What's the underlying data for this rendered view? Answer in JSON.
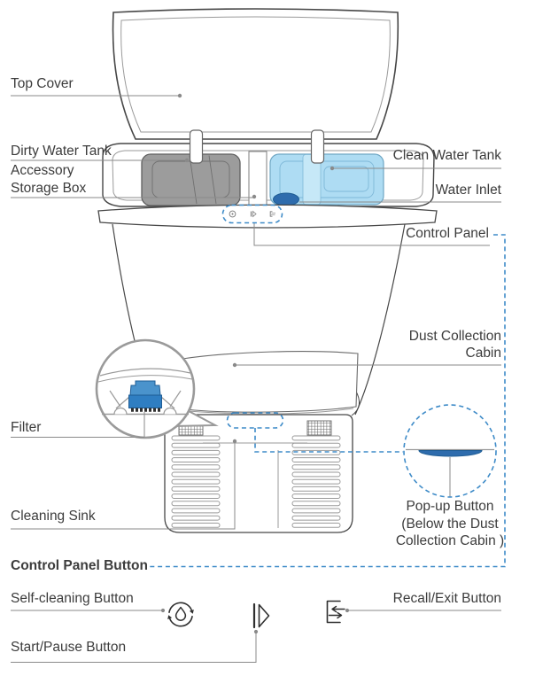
{
  "title": "Cleaning station parts diagram",
  "labels": {
    "top_cover": "Top Cover",
    "dirty_water_tank": "Dirty Water Tank",
    "accessory_storage_box_line1": "Accessory",
    "accessory_storage_box_line2": "Storage Box",
    "clean_water_tank": "Clean Water Tank",
    "water_inlet": "Water Inlet",
    "control_panel": "Control Panel",
    "dust_collection_cabin_line1": "Dust Collection",
    "dust_collection_cabin_line2": "Cabin",
    "filter": "Filter",
    "cleaning_sink": "Cleaning Sink",
    "pop_up_button_line1": "Pop-up Button",
    "pop_up_button_line2": "(Below the Dust",
    "pop_up_button_line3": "Collection Cabin )",
    "control_panel_button": "Control Panel Button",
    "self_cleaning_button": "Self-cleaning Button",
    "start_pause_button": "Start/Pause Button",
    "recall_exit_button": "Recall/Exit Button"
  },
  "icons": {
    "self_cleaning": "water-drop-with-circular-arrows-icon",
    "start_pause": "bar-and-play-triangle-icon",
    "recall_exit": "bracket-with-swap-arrows-icon",
    "control_panel_mini": "three-mini-button-glyphs"
  },
  "colors": {
    "callout_dashed": "#3E8BC8",
    "line_art": "#474747",
    "secondary_line": "#9A9A9A",
    "leader_line": "#8A8A8A",
    "text": "#3C3C3C",
    "dirty_tank": "#9C9C9C",
    "clean_tank": "#AEDCF3",
    "clean_tank_light": "#C6E8F7",
    "water_inlet": "#2E6CAD",
    "filter_blue": "#2F7EC2",
    "filter_blue_light": "#4A93CC",
    "icon_stroke": "#2F2F2F"
  }
}
